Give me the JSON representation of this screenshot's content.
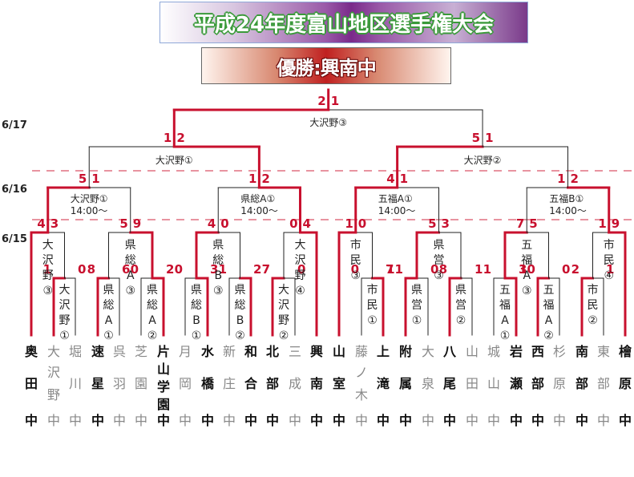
{
  "title": "平成24年度富山地区選手権大会",
  "champion": "優勝:興南中",
  "colors": {
    "winner_line": "#c8102e",
    "loser_line": "#222222",
    "dash_line": "#e07080",
    "score": "#c8102e"
  },
  "dates": [
    "6/17",
    "6/16",
    "6/15"
  ],
  "teams": [
    {
      "name": "奥田中",
      "chars": [
        "奥",
        "田",
        "中"
      ],
      "advanced": true
    },
    {
      "name": "大沢野中",
      "chars": [
        "大",
        "沢",
        "野",
        "中"
      ],
      "advanced": false
    },
    {
      "name": "堀川中",
      "chars": [
        "堀",
        "川",
        "中"
      ],
      "advanced": false
    },
    {
      "name": "速星中",
      "chars": [
        "速",
        "星",
        "中"
      ],
      "advanced": true
    },
    {
      "name": "呉羽中",
      "chars": [
        "呉",
        "羽",
        "中"
      ],
      "advanced": false
    },
    {
      "name": "芝園中",
      "chars": [
        "芝",
        "園",
        "中"
      ],
      "advanced": false
    },
    {
      "name": "片山学園中",
      "chars": [
        "片",
        "山",
        "学",
        "園",
        "中"
      ],
      "advanced": true
    },
    {
      "name": "月岡中",
      "chars": [
        "月",
        "岡",
        "中"
      ],
      "advanced": false
    },
    {
      "name": "水橋中",
      "chars": [
        "水",
        "橋",
        "中"
      ],
      "advanced": true
    },
    {
      "name": "新庄中",
      "chars": [
        "新",
        "庄",
        "中"
      ],
      "advanced": false
    },
    {
      "name": "和合中",
      "chars": [
        "和",
        "合",
        "中"
      ],
      "advanced": true
    },
    {
      "name": "北部中",
      "chars": [
        "北",
        "部",
        "中"
      ],
      "advanced": true
    },
    {
      "name": "三成中",
      "chars": [
        "三",
        "成",
        "中"
      ],
      "advanced": false
    },
    {
      "name": "興南中",
      "chars": [
        "興",
        "南",
        "中"
      ],
      "advanced": true
    },
    {
      "name": "山室中",
      "chars": [
        "山",
        "室",
        "中"
      ],
      "advanced": true
    },
    {
      "name": "藤ノ木中",
      "chars": [
        "藤",
        "ノ",
        "木",
        "中"
      ],
      "advanced": false
    },
    {
      "name": "上滝中",
      "chars": [
        "上",
        "滝",
        "中"
      ],
      "advanced": true
    },
    {
      "name": "附属中",
      "chars": [
        "附",
        "属",
        "中"
      ],
      "advanced": true
    },
    {
      "name": "大泉中",
      "chars": [
        "大",
        "泉",
        "中"
      ],
      "advanced": false
    },
    {
      "name": "八尾中",
      "chars": [
        "八",
        "尾",
        "中"
      ],
      "advanced": true
    },
    {
      "name": "山田中",
      "chars": [
        "山",
        "田",
        "中"
      ],
      "advanced": false
    },
    {
      "name": "城山中",
      "chars": [
        "城",
        "山",
        "中"
      ],
      "advanced": false
    },
    {
      "name": "岩瀬中",
      "chars": [
        "岩",
        "瀬",
        "中"
      ],
      "advanced": true
    },
    {
      "name": "西部中",
      "chars": [
        "西",
        "部",
        "中"
      ],
      "advanced": true
    },
    {
      "name": "杉原中",
      "chars": [
        "杉",
        "原",
        "中"
      ],
      "advanced": false
    },
    {
      "name": "南部中",
      "chars": [
        "南",
        "部",
        "中"
      ],
      "advanced": true
    },
    {
      "name": "東部中",
      "chars": [
        "東",
        "部",
        "中"
      ],
      "advanced": false
    },
    {
      "name": "檜原中",
      "chars": [
        "檜",
        "原",
        "中"
      ],
      "advanced": true
    }
  ],
  "rounds": {
    "round1": [
      {
        "venue": [
          "大",
          "沢",
          "野",
          "①"
        ],
        "left_score": "1",
        "right_score": "0"
      },
      {
        "venue": [
          "県",
          "総",
          "A",
          "①"
        ],
        "left_score": "8",
        "right_score": "6"
      },
      {
        "venue": [
          "県",
          "総",
          "A",
          "②"
        ],
        "left_score": "0",
        "right_score": "2"
      },
      {
        "venue": [
          "県",
          "総",
          "B",
          "①"
        ],
        "left_score": "0",
        "right_score": "3"
      },
      {
        "venue": [
          "県",
          "総",
          "B",
          "②"
        ],
        "left_score": "1",
        "right_score": "2"
      },
      {
        "venue": [
          "大",
          "沢",
          "野",
          "②"
        ],
        "left_score": "7",
        "right_score": "0"
      },
      {
        "venue": [
          "市",
          "民",
          "①"
        ],
        "left_score": "0",
        "right_score": "7"
      },
      {
        "venue": [
          "県",
          "営",
          "①"
        ],
        "left_score": "11",
        "right_score": "0"
      },
      {
        "venue": [
          "県",
          "営",
          "②"
        ],
        "left_score": "8",
        "right_score": "1"
      },
      {
        "venue": [
          "五",
          "福",
          "A",
          "①"
        ],
        "left_score": "1",
        "right_score": "3"
      },
      {
        "venue": [
          "五",
          "福",
          "A",
          "②"
        ],
        "left_score": "10",
        "right_score": "0"
      },
      {
        "venue": [
          "市",
          "民",
          "②"
        ],
        "left_score": "2",
        "right_score": "1"
      }
    ],
    "round2": [
      {
        "venue": [
          "大",
          "沢",
          "野",
          "③"
        ],
        "left_score": "4",
        "right_score": "3"
      },
      {
        "venue": [
          "県",
          "総",
          "A",
          "③"
        ],
        "left_score": "5",
        "right_score": "9"
      },
      {
        "venue": [
          "県",
          "総",
          "B",
          "③"
        ],
        "left_score": "4",
        "right_score": "0"
      },
      {
        "venue": [
          "大",
          "沢",
          "野",
          "④"
        ],
        "left_score": "0",
        "right_score": "4"
      },
      {
        "venue": [
          "市",
          "民",
          "③"
        ],
        "left_score": "1",
        "right_score": "0"
      },
      {
        "venue": [
          "県",
          "営",
          "③"
        ],
        "left_score": "5",
        "right_score": "3"
      },
      {
        "venue": [
          "五",
          "福",
          "A",
          "③"
        ],
        "left_score": "7",
        "right_score": "5"
      },
      {
        "venue": [
          "市",
          "民",
          "④"
        ],
        "left_score": "1",
        "right_score": "9"
      }
    ],
    "quarterfinals": [
      {
        "venue": "大沢野①",
        "time": "14:00〜",
        "left_score": "5",
        "right_score": "1"
      },
      {
        "venue": "県総A①",
        "time": "14:00〜",
        "left_score": "1",
        "right_score": "2"
      },
      {
        "venue": "五福A①",
        "time": "14:00〜",
        "left_score": "4",
        "right_score": "1"
      },
      {
        "venue": "五福B①",
        "time": "14:00〜",
        "left_score": "1",
        "right_score": "2"
      }
    ],
    "semifinals": [
      {
        "venue": "大沢野①",
        "left_score": "1",
        "right_score": "2"
      },
      {
        "venue": "大沢野②",
        "left_score": "5",
        "right_score": "1"
      }
    ],
    "final": {
      "venue": "大沢野③",
      "left_score": "2",
      "right_score": "1"
    }
  }
}
